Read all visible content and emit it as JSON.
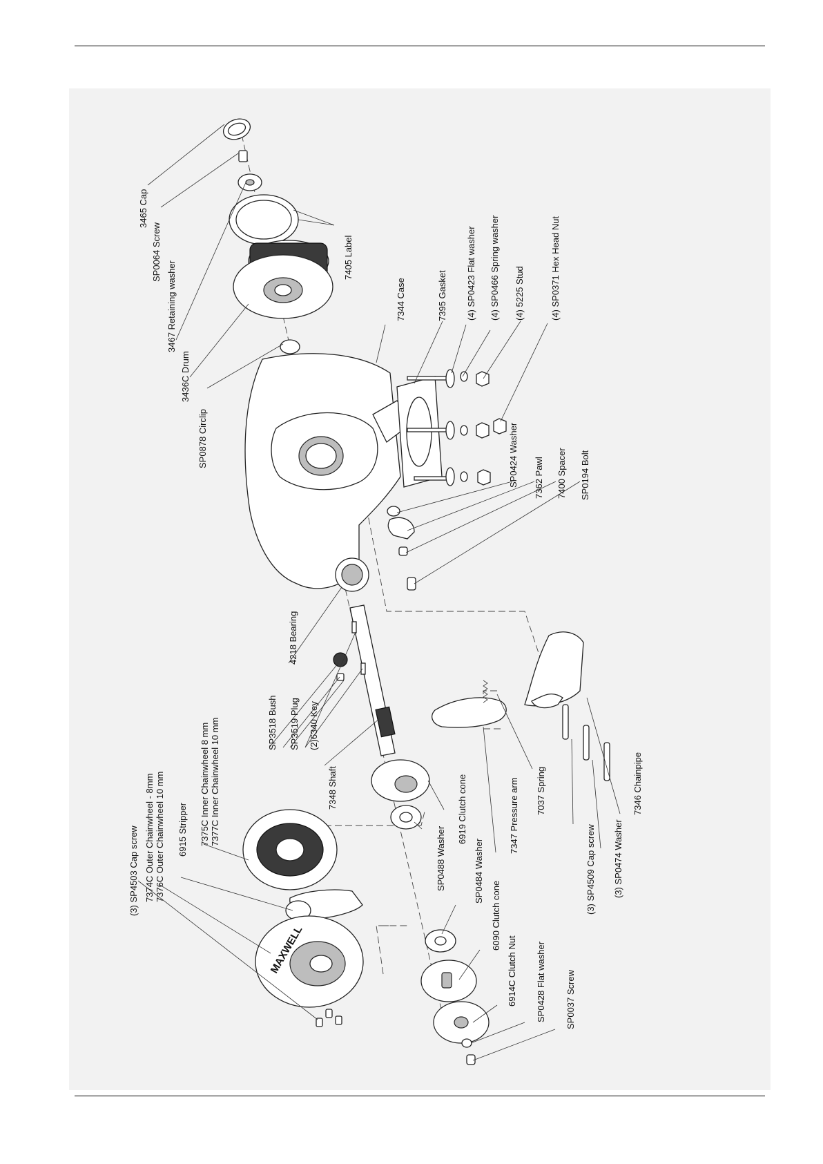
{
  "labels": {
    "cap_3465": "3465 Cap",
    "screw_sp0064": "SP0064 Screw",
    "retaining_washer_3467": "3467 Retaining washer",
    "label_7405": "7405 Label",
    "drum_3436c": "3436C Drum",
    "circlip_sp0878": "SP0878 Circlip",
    "case_7344": "7344 Case",
    "gasket_7395": "7395 Gasket",
    "flat_washer_sp0423": "(4) SP0423 Flat washer",
    "spring_washer_sp0466": "(4) SP0466 Spring washer",
    "stud_5225": "(4) 5225 Stud",
    "hex_nut_sp0371": "(4) SP0371 Hex Head Nut",
    "washer_sp0424": "SP0424 Washer",
    "pawl_7362": "7362 Pawl",
    "spacer_7400": "7400 Spacer",
    "bolt_sp0194": "SP0194 Bolt",
    "bearing_4218": "4218 Bearing",
    "bush_sp3518": "SP3518 Bush",
    "plug_sp3519": "SP3519 Plug",
    "key_6340": "(2)6340 Key",
    "shaft_7348": "7348 Shaft",
    "clutch_cone_6919": "6919 Clutch cone",
    "washer_sp0488": "SP0488 Washer",
    "pressure_arm_7347": "7347 Pressure arm",
    "spring_7037": "7037 Spring",
    "chainpipe_7346": "7346 Chainpipe",
    "cap_screw_sp4509": "(3) SP4509 Cap screw",
    "washer_sp0474": "(3) SP0474 Washer",
    "cap_screw_sp4503": "(3) SP4503 Cap screw",
    "outer_chainwheel_7374c": "7374C Outer Chainwheel - 8mm",
    "outer_chainwheel_7376c": "7376C Outer Chainwheel 10 mm",
    "stripper_6915": "6915 Stripper",
    "inner_chainwheel_7375c": "7375C Inner Chainwheel 8 mm",
    "inner_chainwheel_7377c": "7377C Inner Chainwheel 10 mm",
    "washer_sp0484": "SP0484 Washer",
    "clutch_cone_6090": "6090 Clutch cone",
    "clutch_nut_6914c": "6914C Clutch Nut",
    "flat_washer_sp0428": "SP0428 Flat washer",
    "screw_sp0037": "SP0037 Screw",
    "brand_mark": "MAXWELL"
  }
}
